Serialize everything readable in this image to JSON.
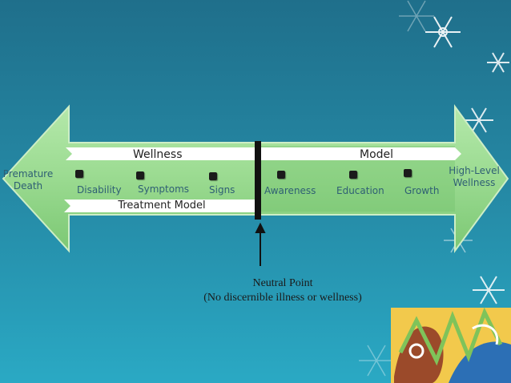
{
  "banner": {
    "left": "Wellness",
    "right": "Model"
  },
  "treatment_banner": "Treatment Model",
  "ends": {
    "left": "Premature\nDeath",
    "right": "High-Level\nWellness"
  },
  "stages": [
    {
      "label": "Disability",
      "side": "left"
    },
    {
      "label": "Symptoms",
      "side": "left"
    },
    {
      "label": "Signs",
      "side": "left"
    },
    {
      "label": "Awareness",
      "side": "right"
    },
    {
      "label": "Education",
      "side": "right"
    },
    {
      "label": "Growth",
      "side": "right"
    }
  ],
  "neutral_point": {
    "line1": "Neutral Point",
    "line2": "(No discernible illness or wellness)"
  },
  "colors": {
    "background_top": "#1f6f8b",
    "background_bottom": "#2aa9c4",
    "arrow_fill": "#8fd488",
    "arrow_light": "#c6efbe",
    "divider": "#111111"
  }
}
